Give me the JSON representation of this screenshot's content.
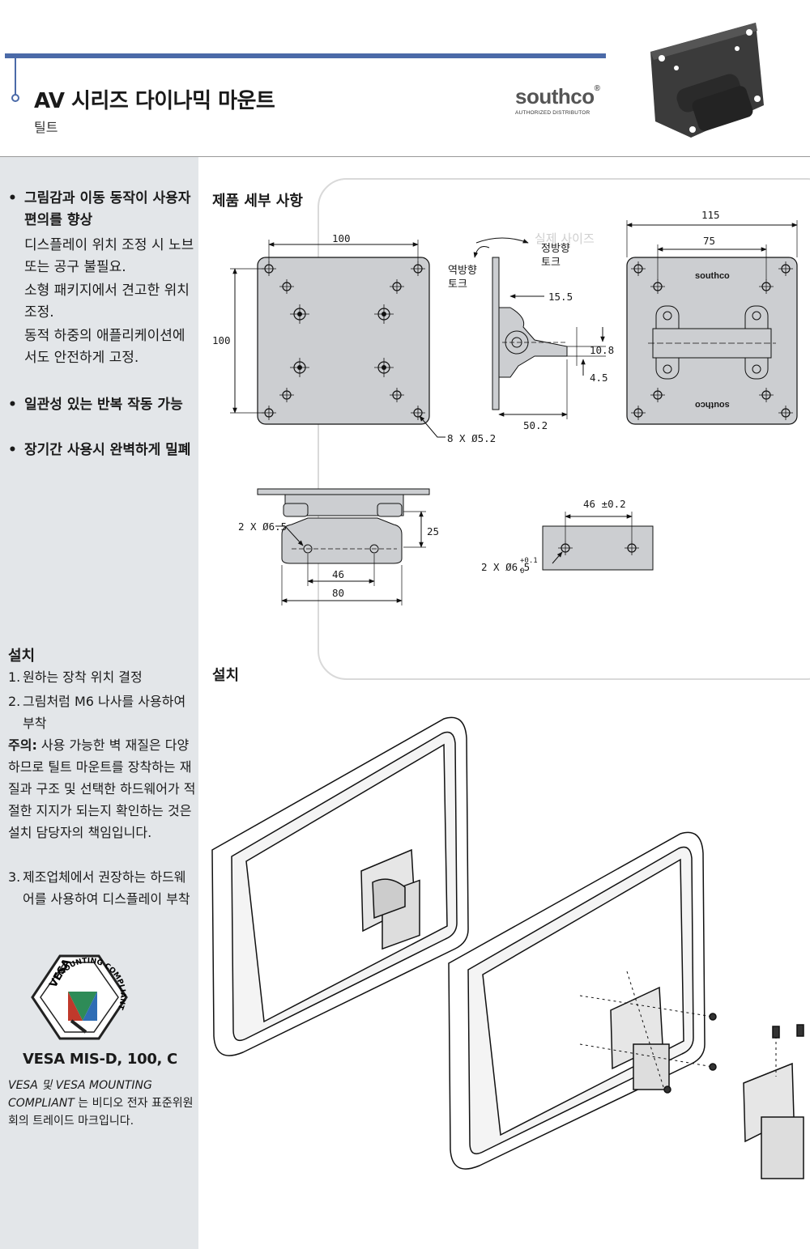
{
  "header": {
    "title": "AV 시리즈 다이나믹 마운트",
    "subtitle": "틸트",
    "logo_brand": "southco",
    "logo_registered": "®",
    "logo_tagline": "AUTHORIZED DISTRIBUTOR",
    "accent_color": "#4b6aa8"
  },
  "sidebar": {
    "features": [
      {
        "bullet": "•",
        "text": "그림감과 이동 동작이 사용자 편의를 향상",
        "bold": true
      },
      {
        "bullet": "",
        "text": "디스플레이 위치 조정 시 노브 또는 공구 불필요.",
        "bold": false
      },
      {
        "bullet": "",
        "text": "소형 패키지에서 견고한 위치 조정.",
        "bold": false
      },
      {
        "bullet": "",
        "text": "동적 하중의 애플리케이션에서도 안전하게 고정.",
        "bold": false
      },
      {
        "bullet": "•",
        "text": "일관성 있는 반복 작동 가능",
        "bold": true
      },
      {
        "bullet": "•",
        "text": "장기간 사용시 완벽하게 밀폐",
        "bold": true
      }
    ],
    "install_heading": "설치",
    "steps": [
      {
        "num": "1.",
        "text": "원하는 장착 위치 결정"
      },
      {
        "num": "2.",
        "text": "그림처럼 M6 나사를 사용하여 부착"
      },
      {
        "num": "3.",
        "text": "제조업체에서 권장하는 하드웨어를 사용하여 디스플레이 부착"
      }
    ],
    "note_label": "주의:",
    "note_text": " 사용 가능한 벽 재질은 다양하므로 틸트 마운트를 장착하는 재질과 구조 및 선택한 하드웨어가 적절한 지지가 되는지 확인하는 것은 설치 담당자의 책임입니다.",
    "vesa_badge": {
      "logo": "VESA",
      "arc_text": "MOUNTING COMPLIANT"
    },
    "vesa_title": "VESA MIS-D, 100, C",
    "trademark_italic": "VESA 및 VESA MOUNTING COMPLIANT",
    "trademark_text": " 는 비디오 전자 표준위원회의 트레이드 마크입니다."
  },
  "main": {
    "details_heading": "제품 세부 사항",
    "install_heading": "설치",
    "actual_size_label": "실제 사이즈"
  },
  "drawing": {
    "front_width": "100",
    "front_height": "100",
    "holes": "8 X Ø5.2",
    "reverse_torque": "역방향\n토크",
    "forward_torque": "정방향\n토크",
    "side_dim_top": "15.5",
    "side_dim_10_8": "10.8",
    "side_dim_4_5": "4.5",
    "side_dim_depth": "50.2",
    "back_width": "115",
    "back_inner": "75",
    "back_brand": "southco",
    "bottom_holes": "2 X Ø6.5",
    "bottom_height": "25",
    "bottom_46": "46",
    "bottom_80": "80",
    "tol_dim": "46 ±0.2",
    "tol_holes": "2 X Ø6.5",
    "tol_sup": "+0.1",
    "tol_sub": "0"
  }
}
